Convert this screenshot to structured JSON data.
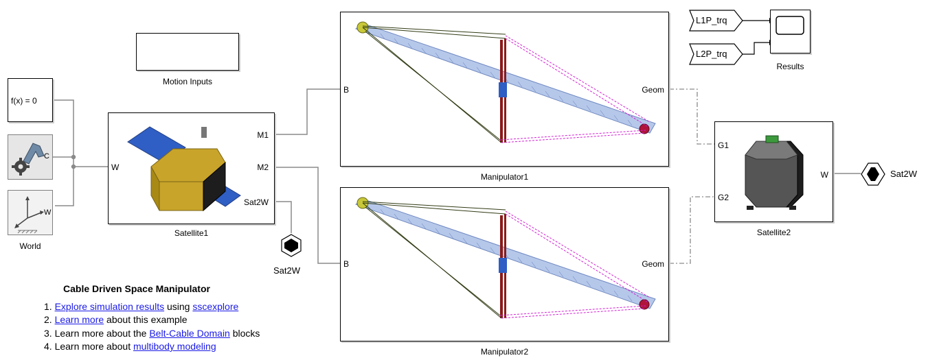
{
  "blocks": {
    "motion_inputs": {
      "label": "Motion Inputs"
    },
    "solver": {
      "text": "f(x) = 0"
    },
    "mech_config": {
      "port": "C"
    },
    "world": {
      "label": "World",
      "port": "W"
    },
    "satellite1": {
      "label": "Satellite1",
      "ports": {
        "in_w": "W",
        "m1": "M1",
        "m2": "M2",
        "sat2w": "Sat2W"
      }
    },
    "manipulator1": {
      "label": "Manipulator1",
      "ports": {
        "b": "B",
        "geom": "Geom"
      }
    },
    "manipulator2": {
      "label": "Manipulator2",
      "ports": {
        "b": "B",
        "geom": "Geom"
      }
    },
    "satellite2": {
      "label": "Satellite2",
      "ports": {
        "g1": "G1",
        "g2": "G2",
        "w": "W"
      }
    },
    "results": {
      "label": "Results"
    },
    "from_l1": {
      "text": "L1P_trq"
    },
    "from_l2": {
      "text": "L2P_trq"
    },
    "goto_sat2w": {
      "text": "Sat2W"
    },
    "from_sat2w": {
      "text": "Sat2W"
    }
  },
  "notes": {
    "title": "Cable Driven Space Manipulator",
    "item1": {
      "num": "1.",
      "link1": "Explore simulation results",
      "mid": " using ",
      "link2": "sscexplore"
    },
    "item2": {
      "num": "2.",
      "link1": "Learn more",
      "rest": " about this example"
    },
    "item3": {
      "num": "3.",
      "pre": " Learn more about the ",
      "link1": "Belt-Cable Domain",
      "rest": " blocks"
    },
    "item4": {
      "num": "4.",
      "pre": " Learn more about ",
      "link1": "multibody modeling"
    }
  },
  "colors": {
    "link": "#1a1ae6",
    "truss": "#8fa8d8",
    "cable_magenta": "#d21fd2",
    "cable_dark": "#2f3a12",
    "pulley_red": "#8b1a1a",
    "panel_blue": "#2f5ec4",
    "body_gold": "#c8a42a"
  }
}
